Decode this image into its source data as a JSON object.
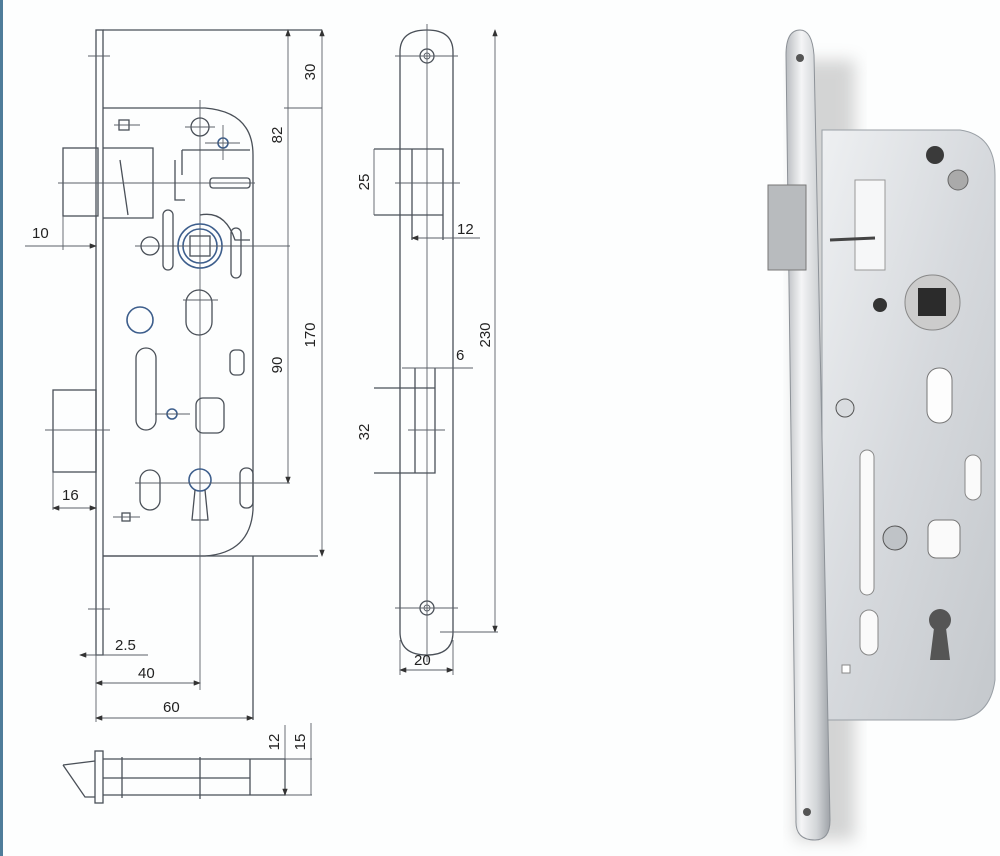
{
  "drawing": {
    "front_view_dimensions": {
      "top_offset": "30",
      "handle_to_top": "82",
      "handle_to_key": "90",
      "body_height": "170",
      "latch_projection": "10",
      "bolt_projection": "16",
      "faceplate_thickness": "2.5",
      "backset": "40",
      "body_depth": "60"
    },
    "side_view_dimensions": {
      "latch_height": "25",
      "latch_width": "12",
      "bolt_width": "6",
      "plate_length": "230",
      "bolt_height": "32",
      "plate_width": "20"
    },
    "bottom_view_dimensions": {
      "inner_thickness": "12",
      "outer_thickness": "15"
    }
  },
  "colors": {
    "edge_strip": "#4f7d9a",
    "line": "#4a5058",
    "highlight": "#3d5e8c"
  }
}
